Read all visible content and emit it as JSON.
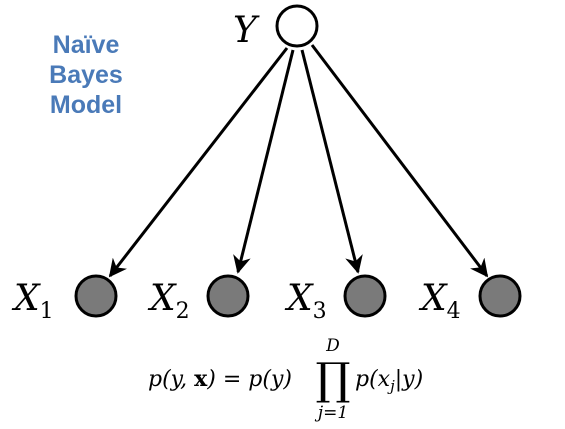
{
  "title": {
    "lines": [
      "Naïve",
      "Bayes",
      "Model"
    ],
    "color": "#4a7ab8"
  },
  "nodes": {
    "parent": {
      "label": "Y",
      "fill": "#ffffff"
    },
    "children": [
      {
        "label": "X",
        "subscript": "1"
      },
      {
        "label": "X",
        "subscript": "2"
      },
      {
        "label": "X",
        "subscript": "3"
      },
      {
        "label": "X",
        "subscript": "4"
      }
    ],
    "child_fill": "#7a7a7a"
  },
  "formula": {
    "lhs": "p(y, ",
    "bold_var": "x",
    "lhs_close": ") = p(y)",
    "product_symbol": "∏",
    "upper_limit": "D",
    "lower_limit": "j=1",
    "rhs": "p(x",
    "rhs_sub": "j",
    "rhs_close": "|y)"
  }
}
